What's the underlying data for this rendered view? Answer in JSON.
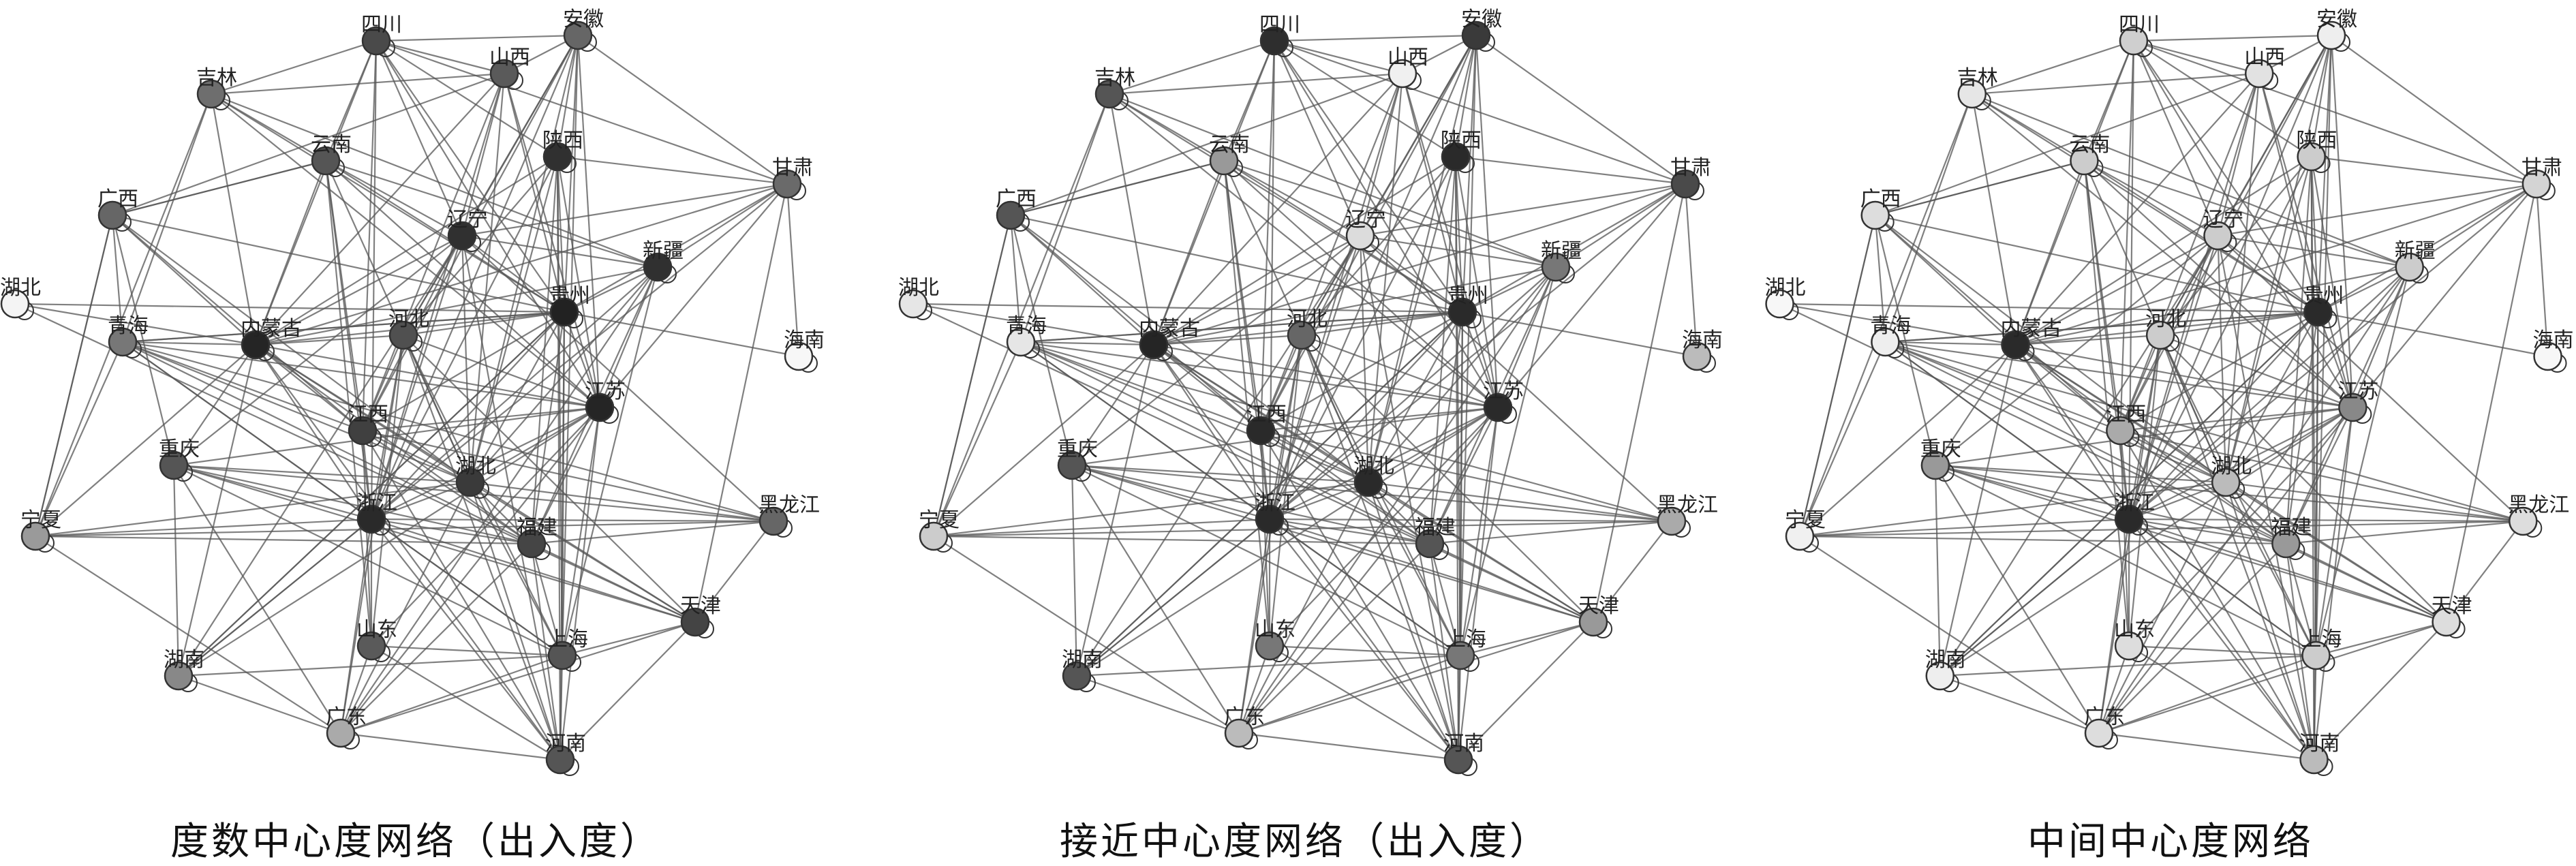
{
  "nodes": [
    "四川",
    "安徽",
    "吉林",
    "山西",
    "云南",
    "陕西",
    "甘肃",
    "广西",
    "辽宁",
    "新疆",
    "湖北",
    "贵州",
    "青海",
    "内蒙古",
    "河北",
    "海南",
    "江苏",
    "江西",
    "重庆",
    "湖北2",
    "黑龙江",
    "宁夏",
    "浙江",
    "福建",
    "天津",
    "湖南",
    "山东",
    "上海",
    "广东",
    "河南"
  ],
  "panels": [
    {
      "caption": "度数中心度网络（出入度）",
      "colors": [
        "#4a4a4a",
        "#666666",
        "#6e6e6e",
        "#5a5a5a",
        "#555555",
        "#303030",
        "#6a6a6a",
        "#666666",
        "#303030",
        "#303030",
        "#f4f4f4",
        "#222222",
        "#777777",
        "#252525",
        "#505050",
        "#f7f7f7",
        "#252525",
        "#404040",
        "#555555",
        "#3a3a3a",
        "#666666",
        "#9a9a9a",
        "#2a2a2a",
        "#454545",
        "#444444",
        "#888888",
        "#5a5a5a",
        "#555555",
        "#aaaaaa",
        "#555555"
      ]
    },
    {
      "caption": "接近中心度网络（出入度）",
      "colors": [
        "#2e2e2e",
        "#3a3a3a",
        "#555555",
        "#f0f0f0",
        "#999999",
        "#2a2a2a",
        "#4a4a4a",
        "#555555",
        "#dcdcdc",
        "#777777",
        "#e6e6e6",
        "#2a2a2a",
        "#e6e6e6",
        "#252525",
        "#666666",
        "#bbbbbb",
        "#2a2a2a",
        "#2a2a2a",
        "#555555",
        "#2a2a2a",
        "#aaaaaa",
        "#cccccc",
        "#2a2a2a",
        "#555555",
        "#999999",
        "#555555",
        "#777777",
        "#777777",
        "#bbbbbb",
        "#555555"
      ]
    },
    {
      "caption": "中间中心度网络",
      "colors": [
        "#cfcfcf",
        "#eeeeee",
        "#e6e6e6",
        "#e2e2e2",
        "#cccccc",
        "#cccccc",
        "#d4d4d4",
        "#dddddd",
        "#cccccc",
        "#cccccc",
        "#f7f7f7",
        "#2a2a2a",
        "#eeeeee",
        "#2a2a2a",
        "#cccccc",
        "#f7f7f7",
        "#888888",
        "#aaaaaa",
        "#999999",
        "#bbbbbb",
        "#dddddd",
        "#f0f0f0",
        "#2a2a2a",
        "#999999",
        "#dddddd",
        "#eeeeee",
        "#dddddd",
        "#cccccc",
        "#dddddd",
        "#bbbbbb"
      ]
    }
  ],
  "labels": [
    "四川",
    "安徽",
    "吉林",
    "山西",
    "云南",
    "陕西",
    "甘肃",
    "广西",
    "辽宁",
    "新疆",
    "湖北",
    "贵州",
    "青海",
    "内蒙古",
    "河北",
    "海南",
    "江苏",
    "江西",
    "重庆",
    "湖北",
    "黑龙江",
    "宁夏",
    "浙江",
    "福建",
    "天津",
    "湖南",
    "山东",
    "上海",
    "广东",
    "河南"
  ]
}
